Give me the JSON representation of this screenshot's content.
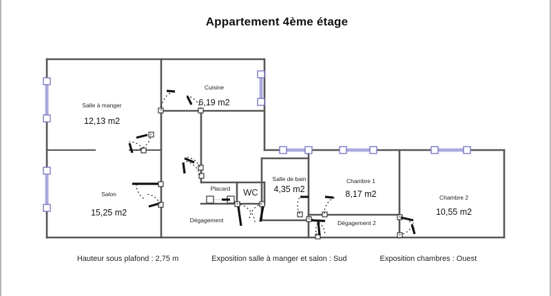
{
  "document": {
    "title": "Appartement 4ème étage"
  },
  "plan": {
    "rooms": [
      {
        "id": "salle-a-manger",
        "name": "Salle à manger",
        "area": "12,13 m2"
      },
      {
        "id": "cuisine",
        "name": "Cuisine",
        "area": "6,19 m2"
      },
      {
        "id": "salon",
        "name": "Salon",
        "area": "15,25 m2"
      },
      {
        "id": "placard",
        "name": "Placard",
        "area": ""
      },
      {
        "id": "wc",
        "name": "WC",
        "area": ""
      },
      {
        "id": "degagement",
        "name": "Dégagement",
        "area": ""
      },
      {
        "id": "salle-de-bain",
        "name": "Salle de bain",
        "area": "4,35 m2"
      },
      {
        "id": "chambre-1",
        "name": "Chambre 1",
        "area": "8,17 m2"
      },
      {
        "id": "degagement-2",
        "name": "Dégagement 2",
        "area": ""
      },
      {
        "id": "chambre-2",
        "name": "Chambre 2",
        "area": "10,55 m2"
      }
    ],
    "colors": {
      "wall": "#555555",
      "window": "#8f8fd0",
      "window_fill": "#b9b6e4",
      "door": "#111111",
      "page_border": "#b8b8b8"
    }
  },
  "footer": {
    "notes": [
      "Hauteur sous plafond : 2,75 m",
      "Exposition salle à manger et salon : Sud",
      "Exposition chambres : Ouest"
    ]
  }
}
